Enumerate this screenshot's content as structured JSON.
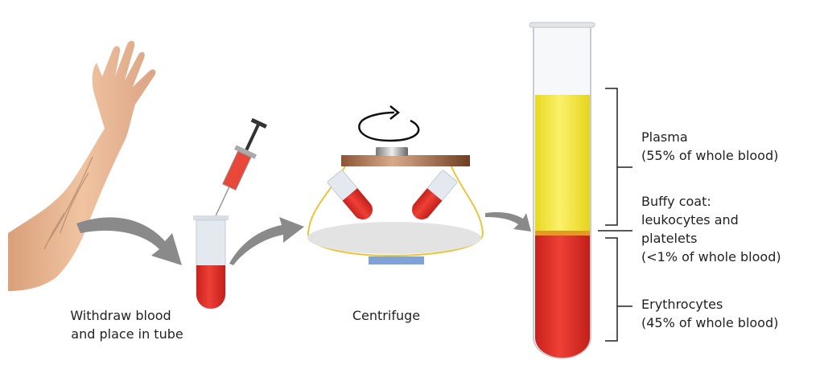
{
  "steps": {
    "withdraw": {
      "line1": "Withdraw blood",
      "line2": "and place in tube"
    },
    "centrifuge": {
      "label": "Centrifuge"
    }
  },
  "layers": {
    "plasma": {
      "name": "Plasma",
      "share": "(55% of whole blood)",
      "color": "#f2e52a"
    },
    "buffy": {
      "name": "Buffy coat:",
      "line2": "leukocytes and",
      "line3": "platelets",
      "share": "(<1% of whole blood)",
      "color": "#e39a25"
    },
    "erythrocytes": {
      "name": "Erythrocytes",
      "share": "(45% of whole blood)",
      "color": "#e0302a"
    }
  },
  "colors": {
    "arrow": "#8a8a8a",
    "skin": "#e9b996",
    "centrifuge_outline": "#e8c63a",
    "lid": "#a86a45",
    "base": "#7fa3d6"
  }
}
